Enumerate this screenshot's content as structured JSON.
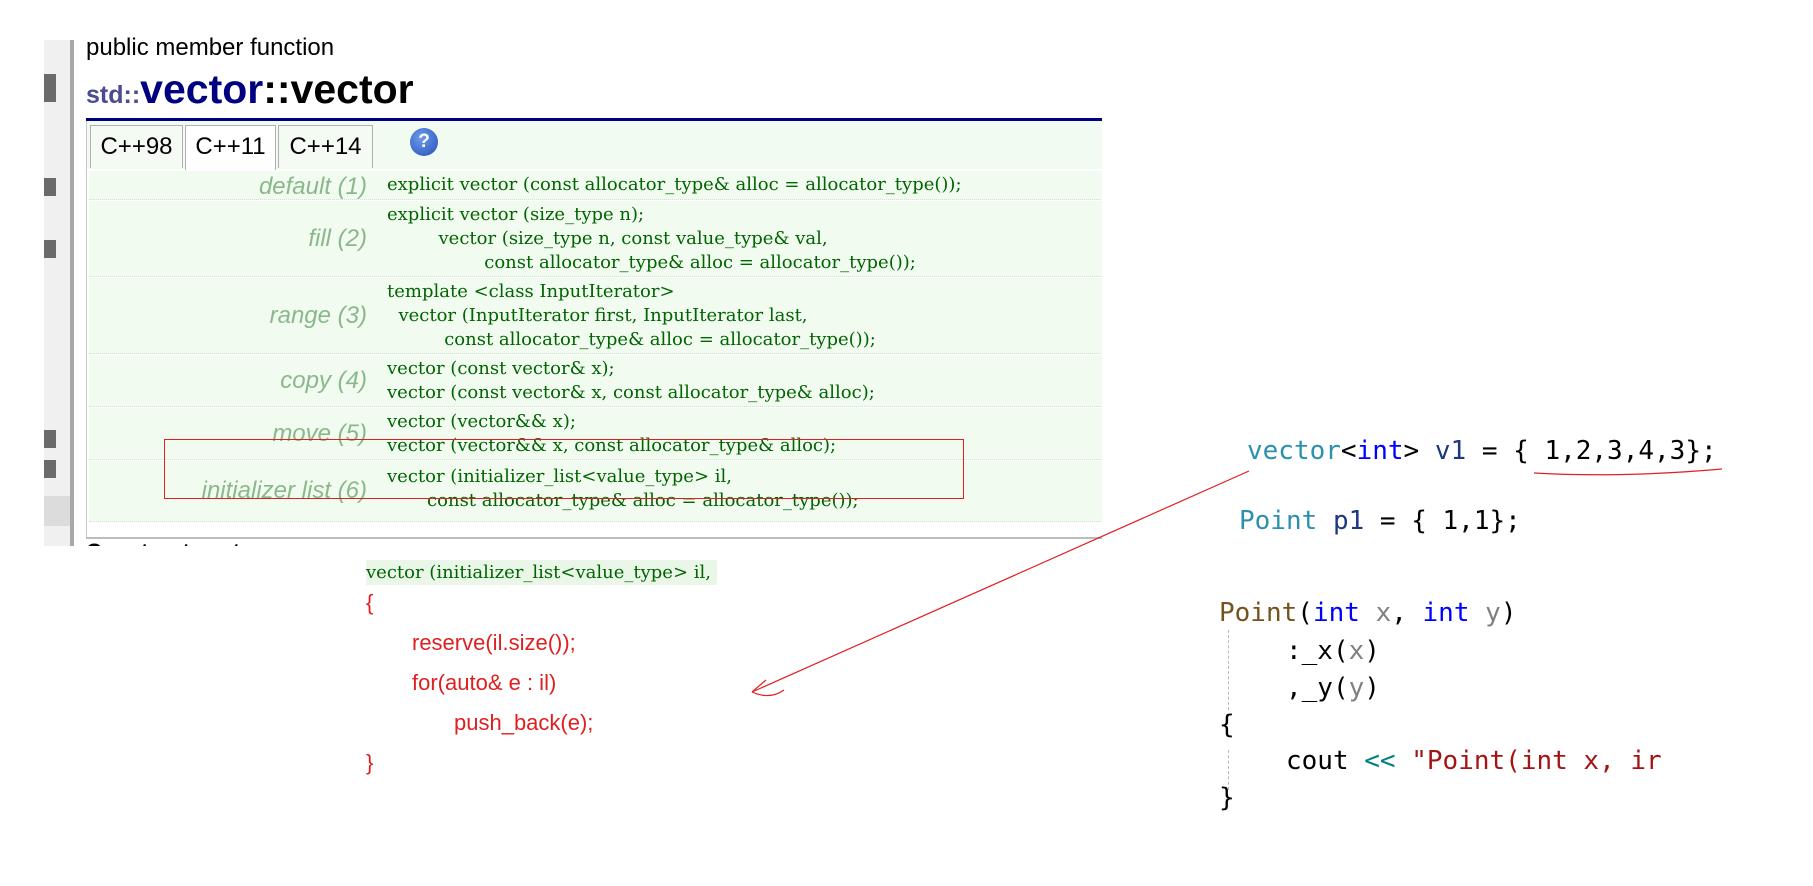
{
  "reference": {
    "kind": "public member function",
    "namespace": "std::",
    "class_name": "vector",
    "separator": "::",
    "member_name": "vector",
    "tabs": [
      {
        "label": "C++98",
        "active": false
      },
      {
        "label": "C++11",
        "active": true
      },
      {
        "label": "C++14",
        "active": false
      }
    ],
    "help_icon": "question-icon",
    "constructors": [
      {
        "label": "default (1)",
        "code": "explicit vector (const allocator_type& alloc = allocator_type());"
      },
      {
        "label": "fill (2)",
        "code": "explicit vector (size_type n);\n         vector (size_type n, const value_type& val,\n                 const allocator_type& alloc = allocator_type());"
      },
      {
        "label": "range (3)",
        "code": "template <class InputIterator>\n  vector (InputIterator first, InputIterator last,\n          const allocator_type& alloc = allocator_type());"
      },
      {
        "label": "copy (4)",
        "code": "vector (const vector& x);\nvector (const vector& x, const allocator_type& alloc);"
      },
      {
        "label": "move (5)",
        "code": "vector (vector&& x);\nvector (vector&& x, const allocator_type& alloc);"
      },
      {
        "label": "initializer list (6)",
        "code": "vector (initializer_list<value_type> il,\n       const allocator_type& alloc = allocator_type());"
      }
    ],
    "next_heading": "Construct vector"
  },
  "annotation": {
    "head": "vector (initializer_list<value_type> il,",
    "lines": [
      "{",
      "reserve(il.size());",
      "for(auto& e : il)",
      "push_back(e);",
      "}"
    ],
    "color": "#e02020"
  },
  "vs_snippet": {
    "v1_line": {
      "type": "vector",
      "lt": "<",
      "int": "int",
      "gt": ">",
      "var": "v1",
      "rest": " = { 1,2,3,4,3};"
    },
    "p1_line": {
      "type": "Point",
      "var": "p1",
      "rest": " = { 1,1};"
    },
    "ctor": {
      "name": "Point",
      "open": "(",
      "kw_int": "int",
      "param_x": "x",
      "comma": ",",
      "param_y": "y",
      "close": ")",
      "init_x_member": ":_x(",
      "init_x_arg": "x",
      "init_y_member": ",_y(",
      "init_y_arg": "y",
      "paren_close": ")",
      "brace_open": "{",
      "cout": "cout",
      "shift_op": "<<",
      "string_partial": "\"Point(int x, ir",
      "brace_close": "}"
    }
  }
}
